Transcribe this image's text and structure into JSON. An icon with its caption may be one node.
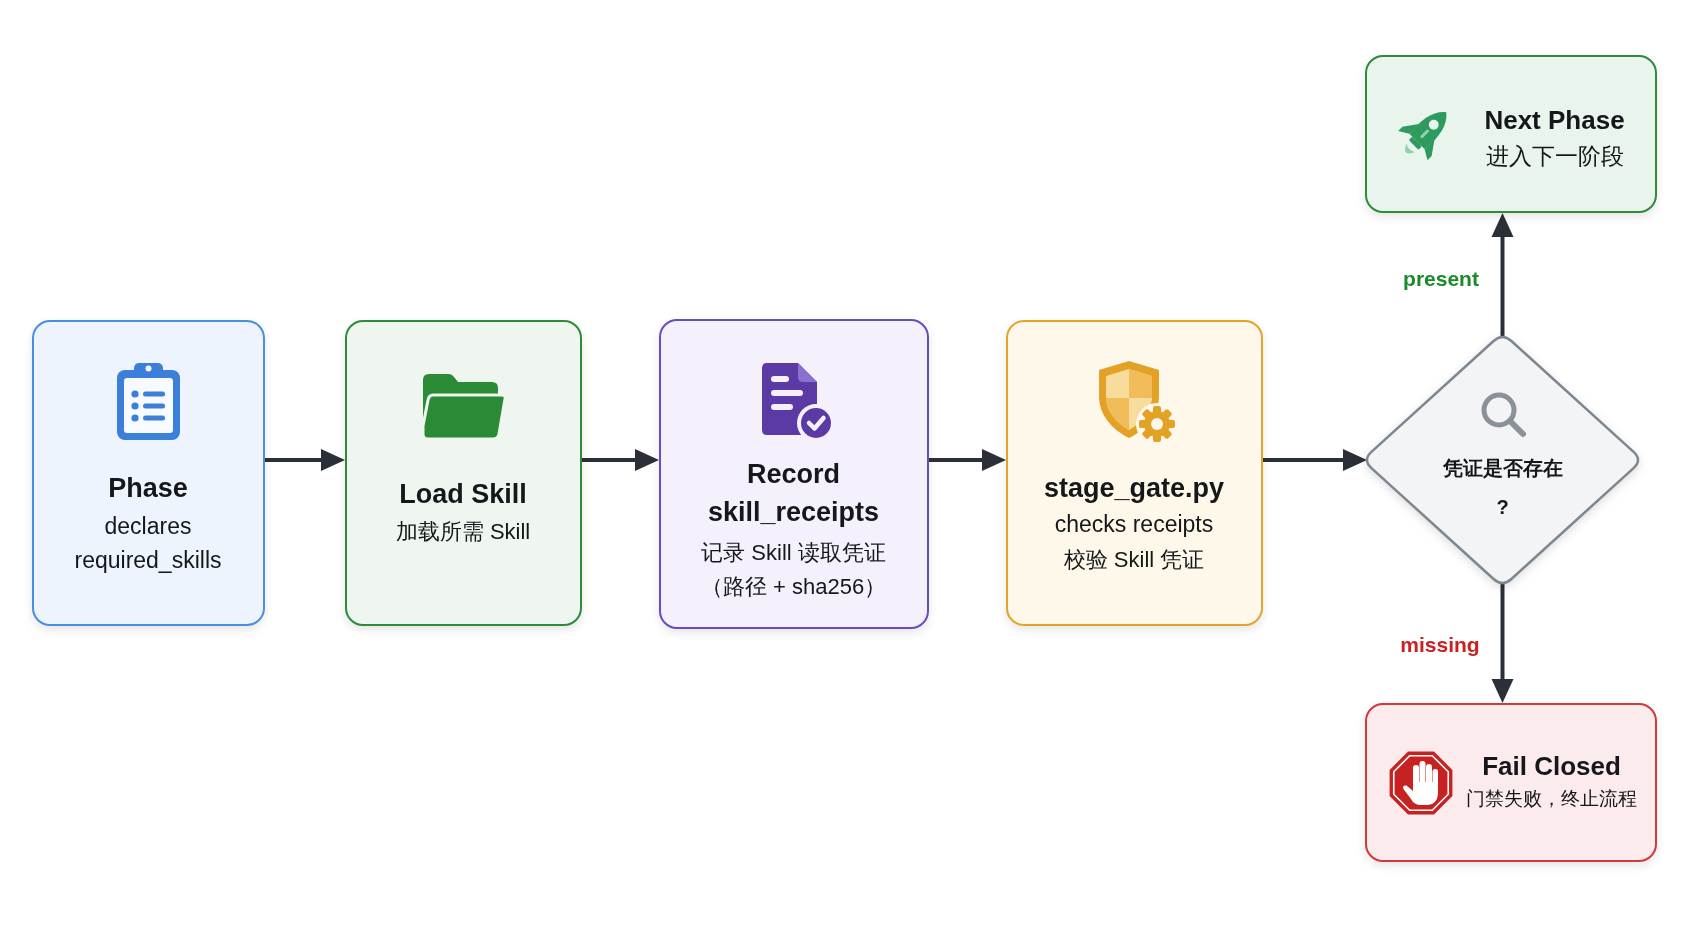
{
  "diagram": {
    "nodes": [
      {
        "text": [
          "Phase",
          "declares required_skills"
        ]
      },
      {
        "text": [
          "Load Skill",
          "加载所需 Skill"
        ]
      },
      {
        "text": [
          "Record skill_receipts",
          "记录 Skill 读取凭证（路径 + sha256）"
        ]
      },
      {
        "text": [
          "stage_gate.py",
          "checks receipts",
          "校验 Skill 凭证"
        ]
      },
      {
        "text": [
          "凭证是否存在?"
        ]
      },
      {
        "text": [
          "Next Phase",
          "进入下一阶段"
        ]
      },
      {
        "text": [
          "Fail Closed",
          "门禁失败，终止流程"
        ]
      }
    ],
    "edges": [
      {
        "from": 0,
        "to": 1,
        "arrow": "to"
      },
      {
        "from": 1,
        "to": 2,
        "arrow": "to"
      },
      {
        "from": 2,
        "to": 3,
        "arrow": "to"
      },
      {
        "from": 3,
        "to": 4,
        "arrow": "to"
      },
      {
        "from": 4,
        "to": 5,
        "label": "present",
        "arrow": "to"
      },
      {
        "from": 4,
        "to": 6,
        "label": "missing",
        "arrow": "to"
      }
    ]
  }
}
